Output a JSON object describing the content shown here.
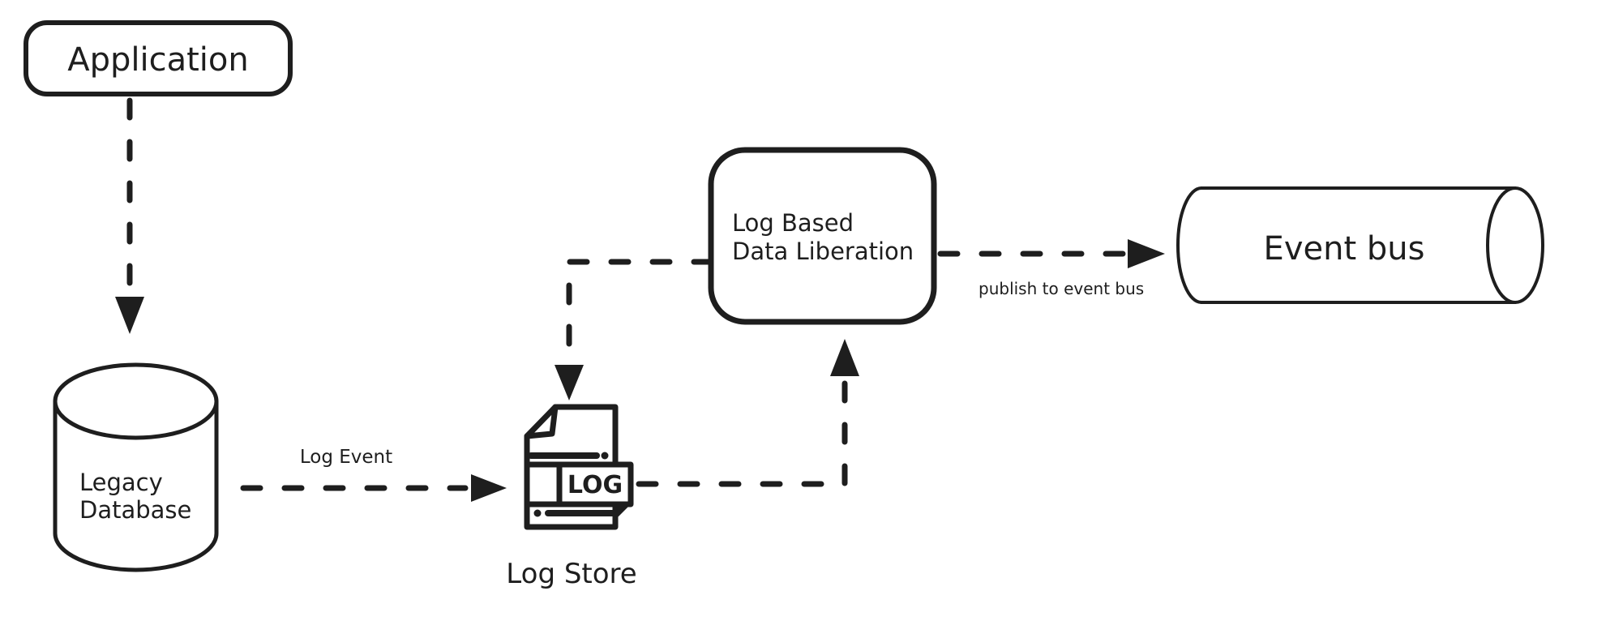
{
  "colors": {
    "stroke": "#1e1e1e",
    "background": "#ffffff"
  },
  "nodes": {
    "application": {
      "label": "Application"
    },
    "legacy_database": {
      "line1": "Legacy",
      "line2": "Database"
    },
    "log_store": {
      "label": "Log Store",
      "badge": "LOG"
    },
    "liberation": {
      "line1": "Log Based",
      "line2": "Data Liberation"
    },
    "event_bus": {
      "label": "Event bus"
    }
  },
  "edge_labels": {
    "log_event": "Log Event",
    "publish": "publish to event bus"
  }
}
